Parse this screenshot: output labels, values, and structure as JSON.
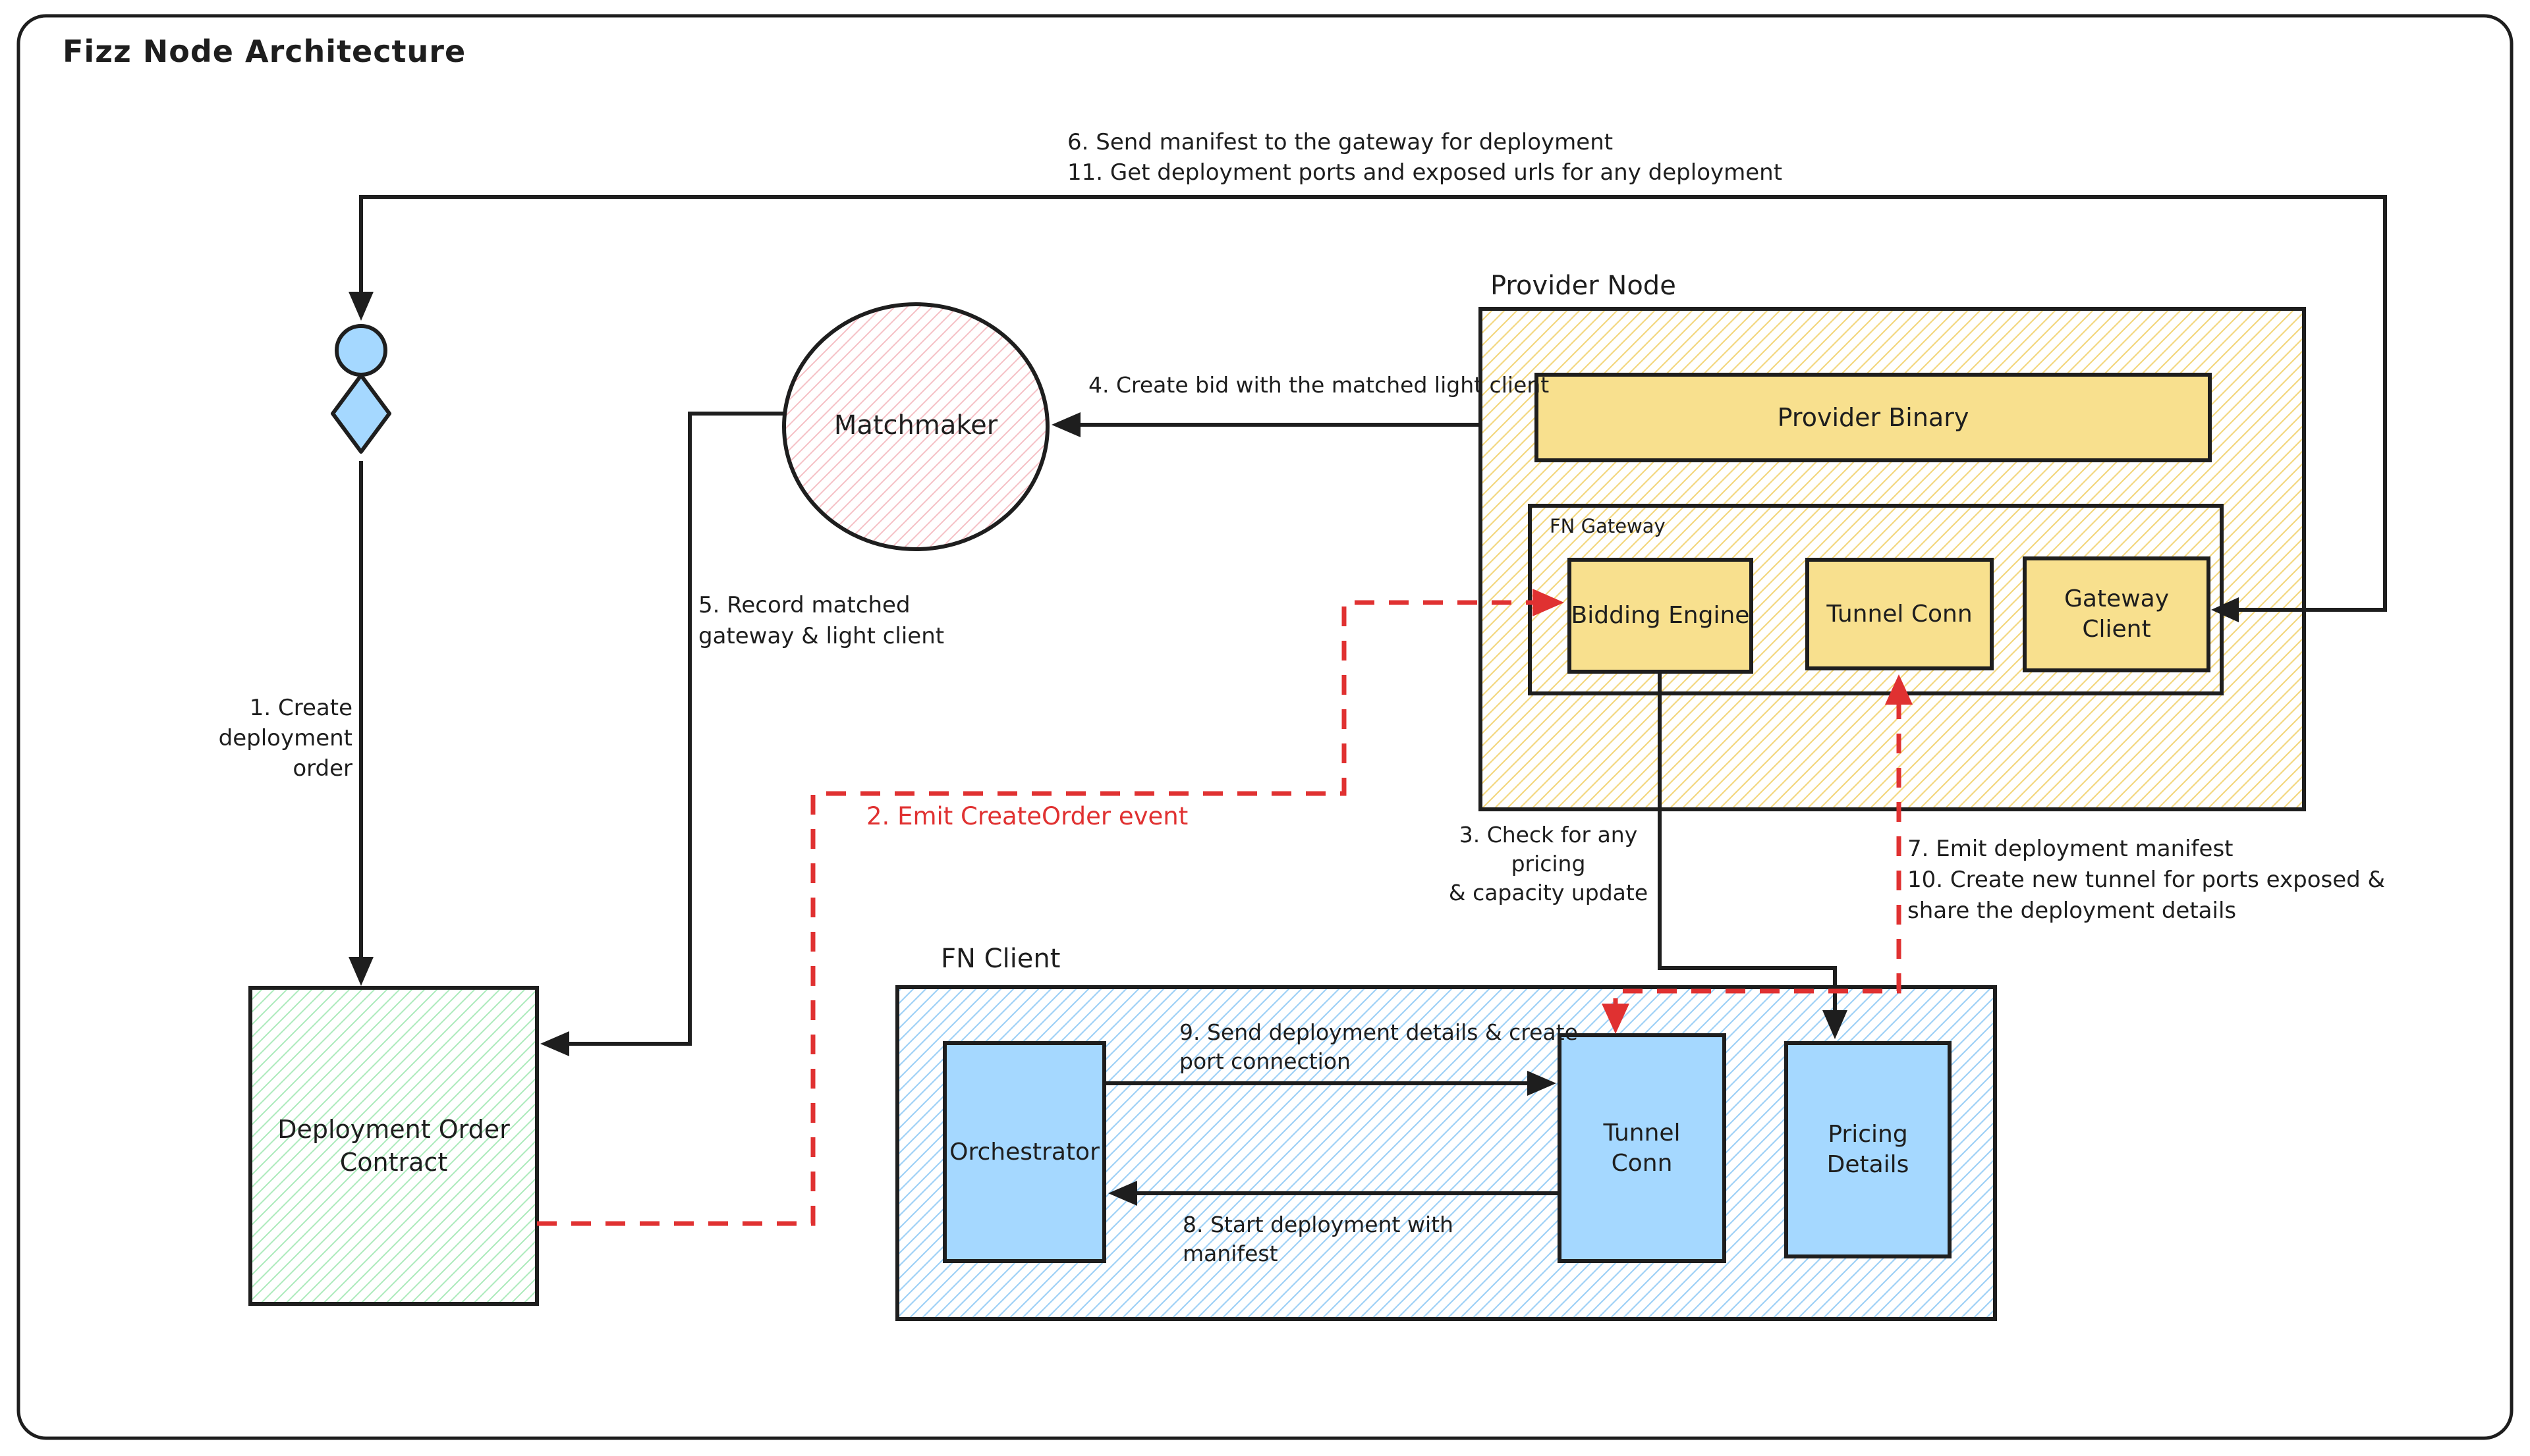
{
  "title": "Fizz Node Architecture",
  "nodes": {
    "matchmaker": "Matchmaker",
    "provider_node": "Provider Node",
    "provider_binary": "Provider Binary",
    "fn_gateway": "FN Gateway",
    "bidding_engine": "Bidding Engine",
    "gateway_tunnel_conn": "Tunnel Conn",
    "gateway_client": "Gateway\nClient",
    "fn_client": "FN Client",
    "orchestrator": "Orchestrator",
    "client_tunnel_conn": "Tunnel\nConn",
    "pricing_details": "Pricing\nDetails",
    "deployment_order_contract": "Deployment Order\nContract"
  },
  "edges": {
    "send_manifest_and_get_ports": "6. Send manifest to the gateway for deployment\n11. Get deployment ports and exposed urls for any deployment",
    "create_deployment_order": "1. Create\ndeployment\norder",
    "emit_createorder_event": "2. Emit CreateOrder event",
    "check_pricing_capacity": "3. Check for any pricing\n& capacity update",
    "create_bid": "4. Create bid with the matched light client",
    "record_matched": "5. Record matched\ngateway & light client",
    "emit_manifest_create_tunnel": "7. Emit deployment manifest\n10. Create new tunnel for ports exposed &\nshare the deployment details",
    "start_deployment": "8. Start deployment with\nmanifest",
    "send_deployment_details": "9. Send deployment details & create\nport connection"
  },
  "colors": {
    "stroke": "#1e1e1e",
    "accent_red": "#e03131",
    "node_yellow": "#f8e08e",
    "node_blue": "#a5d8ff",
    "hatch_yellow": "#f0cd60",
    "hatch_blue": "#8ec9f5",
    "hatch_green": "#8fe3a4",
    "hatch_pink": "#f3b0b6"
  }
}
